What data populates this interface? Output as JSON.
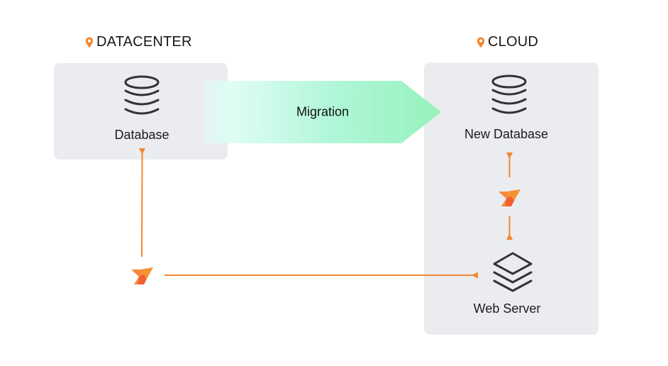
{
  "zones": {
    "datacenter": {
      "title": "DATACENTER",
      "icon": "location-pin-icon"
    },
    "cloud": {
      "title": "CLOUD",
      "icon": "location-pin-icon"
    }
  },
  "nodes": {
    "database": {
      "label": "Database",
      "icon": "database-icon"
    },
    "new_database": {
      "label": "New Database",
      "icon": "database-icon"
    },
    "web_server": {
      "label": "Web Server",
      "icon": "layers-stack-icon"
    }
  },
  "migration": {
    "label": "Migration"
  },
  "colors": {
    "accent": "#f5862e",
    "panel": "#ebecf0",
    "icon_stroke": "#333333",
    "migration_start": "#e2fdf6",
    "migration_end": "#98f3bd"
  }
}
